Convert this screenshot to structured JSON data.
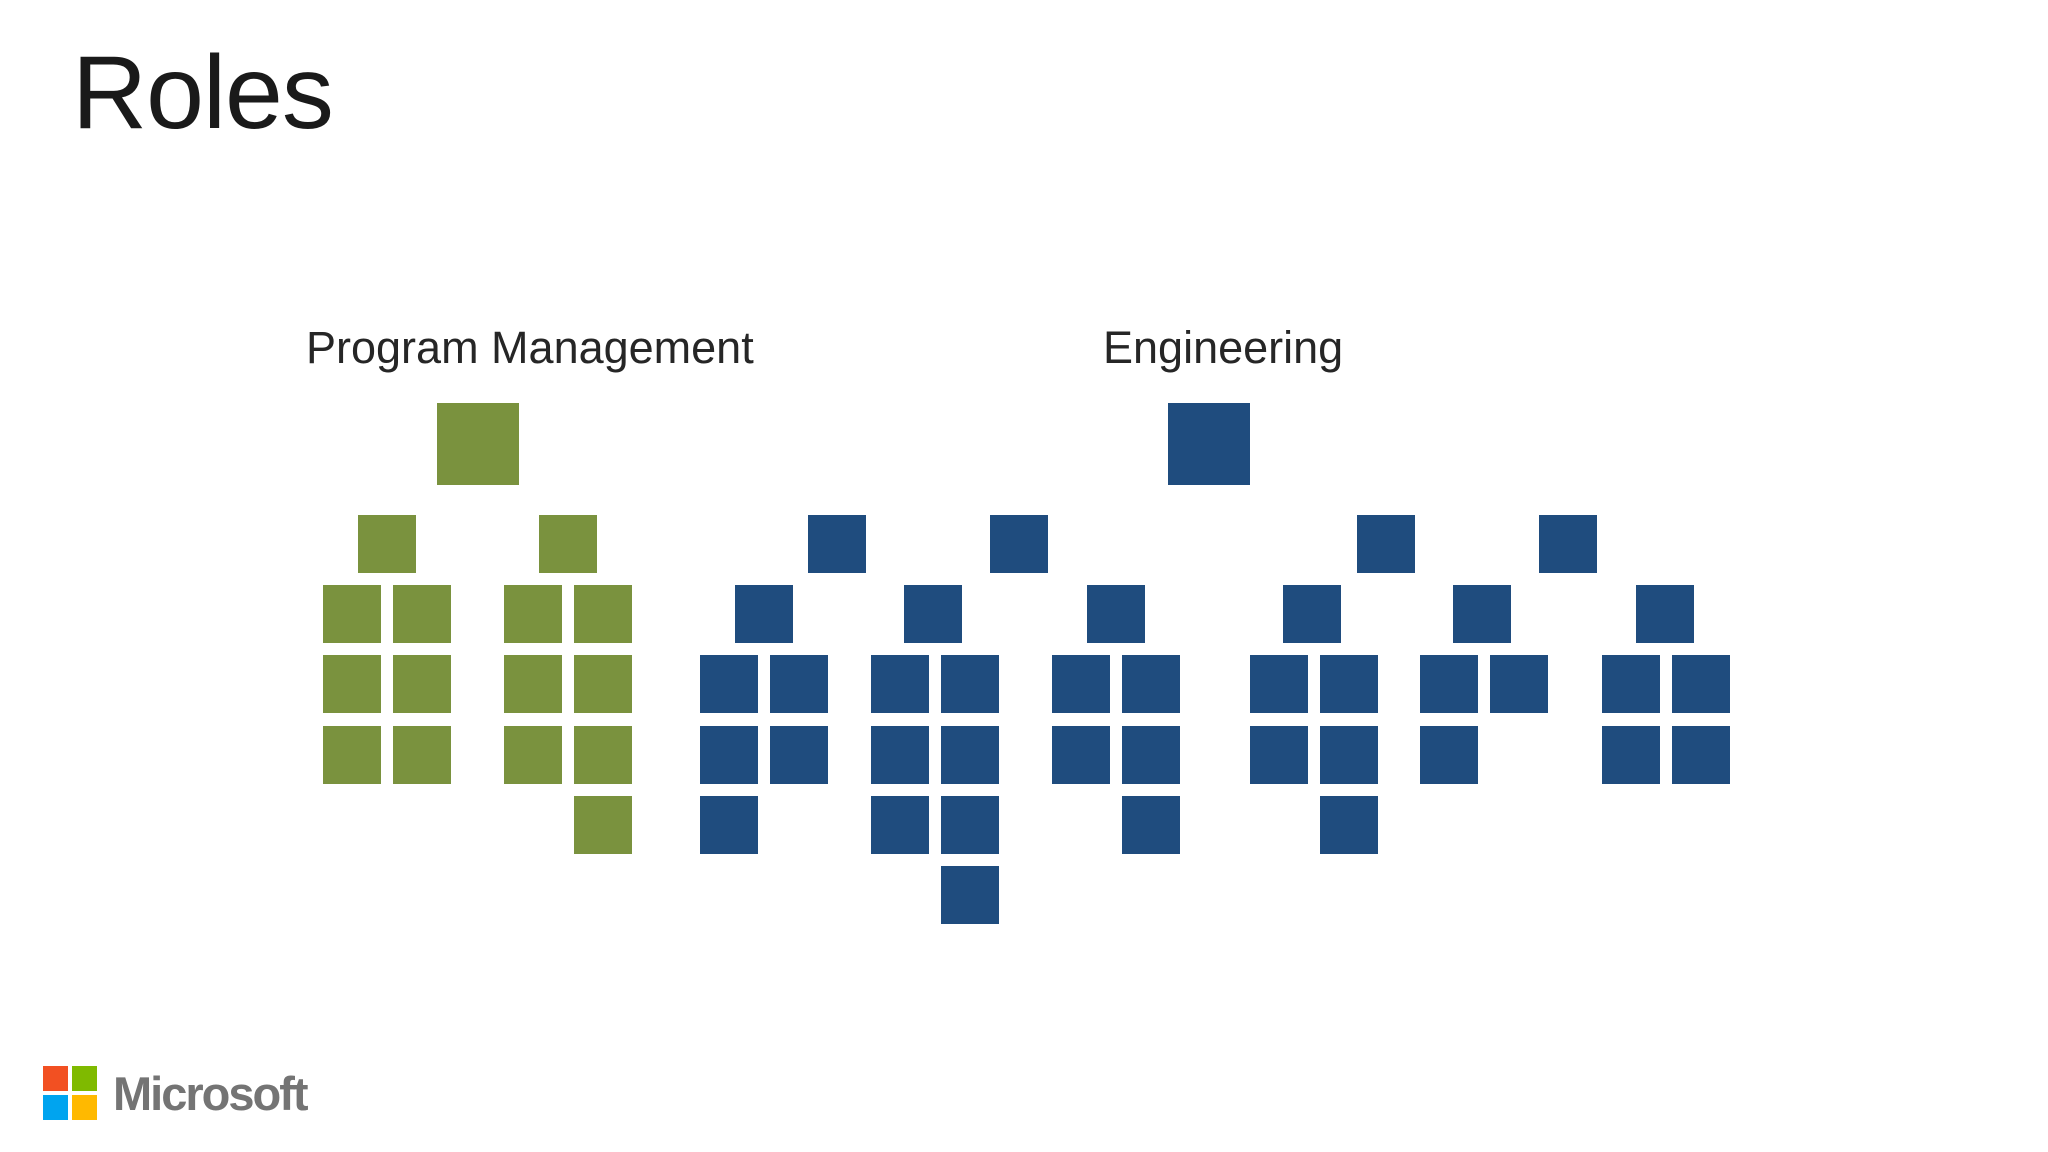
{
  "title": "Roles",
  "background_color": "#FFFFFF",
  "square_size": 58,
  "groups": [
    {
      "id": "program-management",
      "label": "Program Management",
      "color": "#7A923E",
      "squares": [
        [
          437,
          403,
          82
        ],
        [
          358,
          515
        ],
        [
          539,
          515
        ],
        [
          323,
          585
        ],
        [
          393,
          585
        ],
        [
          323,
          655
        ],
        [
          393,
          655
        ],
        [
          323,
          726
        ],
        [
          393,
          726
        ],
        [
          504,
          585
        ],
        [
          574,
          585
        ],
        [
          504,
          655
        ],
        [
          574,
          655
        ],
        [
          504,
          726
        ],
        [
          574,
          726
        ],
        [
          574,
          796
        ]
      ]
    },
    {
      "id": "engineering",
      "label": "Engineering",
      "color": "#1F4C7E",
      "squares": [
        [
          1168,
          403,
          82
        ],
        [
          808,
          515
        ],
        [
          990,
          515
        ],
        [
          1357,
          515
        ],
        [
          1539,
          515
        ],
        [
          735,
          585
        ],
        [
          904,
          585
        ],
        [
          1087,
          585
        ],
        [
          1283,
          585
        ],
        [
          1453,
          585
        ],
        [
          1636,
          585
        ],
        [
          700,
          655
        ],
        [
          770,
          655
        ],
        [
          700,
          726
        ],
        [
          770,
          726
        ],
        [
          700,
          796
        ],
        [
          871,
          655
        ],
        [
          941,
          655
        ],
        [
          871,
          726
        ],
        [
          941,
          726
        ],
        [
          871,
          796
        ],
        [
          941,
          796
        ],
        [
          941,
          866
        ],
        [
          1052,
          655
        ],
        [
          1122,
          655
        ],
        [
          1052,
          726
        ],
        [
          1122,
          726
        ],
        [
          1122,
          796
        ],
        [
          1250,
          655
        ],
        [
          1320,
          655
        ],
        [
          1250,
          726
        ],
        [
          1320,
          726
        ],
        [
          1320,
          796
        ],
        [
          1420,
          655
        ],
        [
          1490,
          655
        ],
        [
          1420,
          726
        ],
        [
          1602,
          655
        ],
        [
          1672,
          655
        ],
        [
          1602,
          726
        ],
        [
          1672,
          726
        ]
      ]
    }
  ],
  "logo": {
    "wordmark": "Microsoft",
    "text_color": "#747474",
    "tile_colors": {
      "top_left": "#F25022",
      "top_right": "#7FBA00",
      "bottom_left": "#00A4EF",
      "bottom_right": "#FFB900"
    }
  }
}
